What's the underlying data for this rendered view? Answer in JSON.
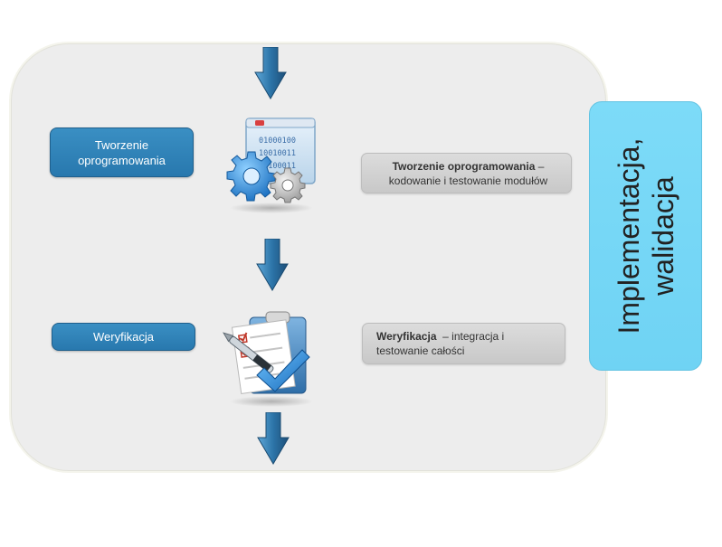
{
  "steps": [
    {
      "label": "Tworzenie oprogramowania",
      "icon": "code-gears-icon",
      "description_bold": "Tworzenie oprogramowania",
      "description_rest": " – kodowanie i testowanie modułów"
    },
    {
      "label": "Weryfikacja",
      "icon": "checklist-clipboard-icon",
      "description_bold": "Weryfikacja",
      "description_rest": "  – integracja i testowanie całości"
    }
  ],
  "side_label": "Implementacja, walidacja",
  "code_screen": {
    "binary_lines": [
      "01000100",
      "10010011",
      "11100011"
    ]
  },
  "colors": {
    "step_box": "#2f84b9",
    "side_box": "#74d6f6",
    "description_box": "#d2d2d2",
    "panel": "#ededed",
    "arrow": "#2c74a8"
  }
}
